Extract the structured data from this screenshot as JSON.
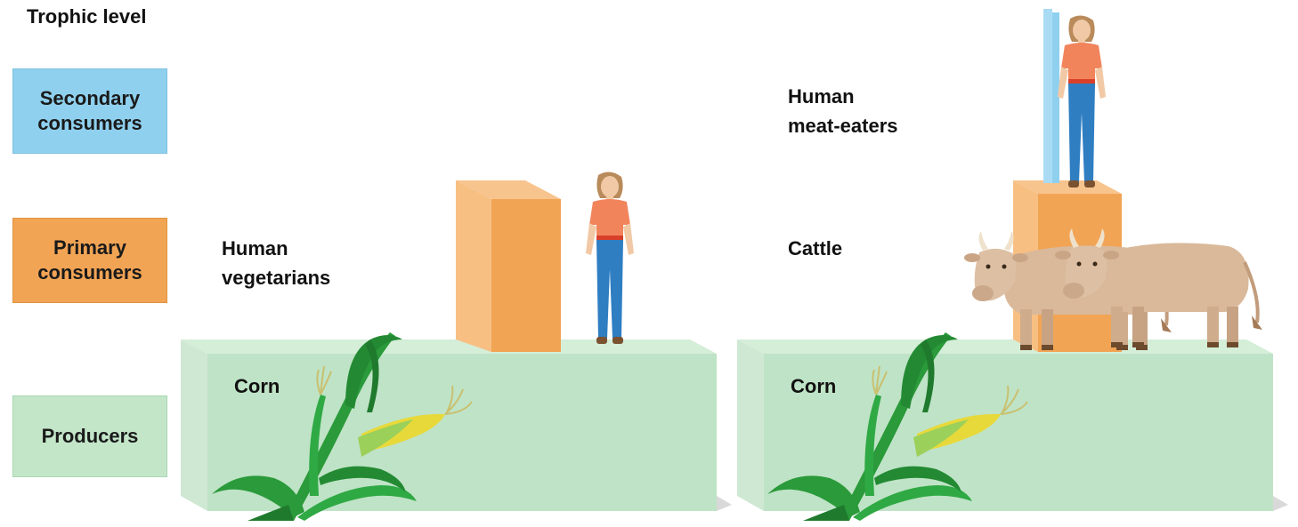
{
  "heading": "Trophic level",
  "levels": {
    "secondary": [
      "Secondary",
      "consumers"
    ],
    "primary": [
      "Primary",
      "consumers"
    ],
    "producers": "Producers"
  },
  "left_panel": {
    "consumer_label": [
      "Human",
      "vegetarians"
    ],
    "producer_label": "Corn"
  },
  "right_panel": {
    "top_label": [
      "Human",
      "meat-eaters"
    ],
    "middle_label": "Cattle",
    "producer_label": "Corn"
  },
  "colors": {
    "secondary": "#8fd0ef",
    "primary": "#f2a455",
    "producers": "#c3e6c9",
    "shirt": "#f2845c",
    "jeans": "#2f7ec2",
    "cattle": "#d9b99a",
    "corn_leaf": "#2a9a3a",
    "corn_cob": "#e8d93a"
  }
}
